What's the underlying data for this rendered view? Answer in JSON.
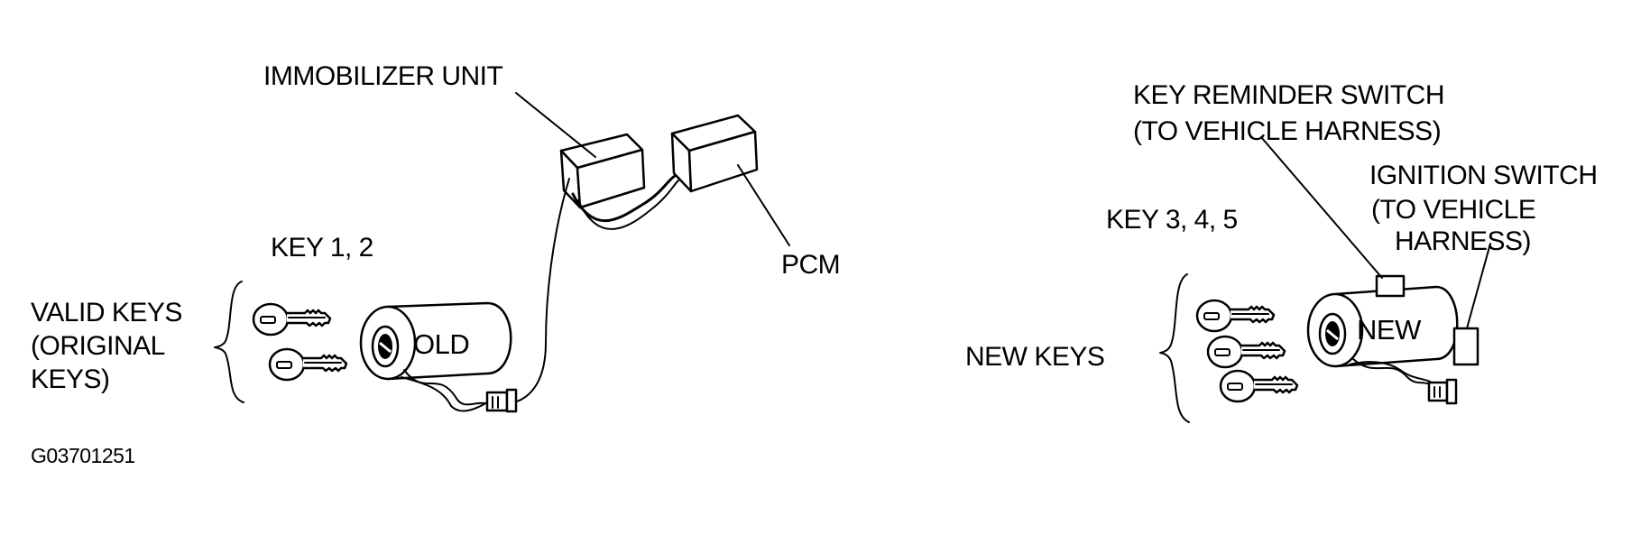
{
  "labels": {
    "immobilizer_unit": "IMMOBILIZER UNIT",
    "pcm": "PCM",
    "key_1_2": "KEY 1, 2",
    "valid_keys_line1": "VALID KEYS",
    "valid_keys_line2": "(ORIGINAL",
    "valid_keys_line3": "KEYS)",
    "old": "OLD",
    "key_reminder_line1": "KEY REMINDER SWITCH",
    "key_reminder_line2": "(TO VEHICLE HARNESS)",
    "ignition_line1": "IGNITION SWITCH",
    "ignition_line2": "(TO VEHICLE",
    "ignition_line3": "HARNESS)",
    "key_3_4_5": "KEY 3, 4, 5",
    "new": "NEW",
    "new_keys": "NEW KEYS",
    "figure_code": "G03701251"
  }
}
